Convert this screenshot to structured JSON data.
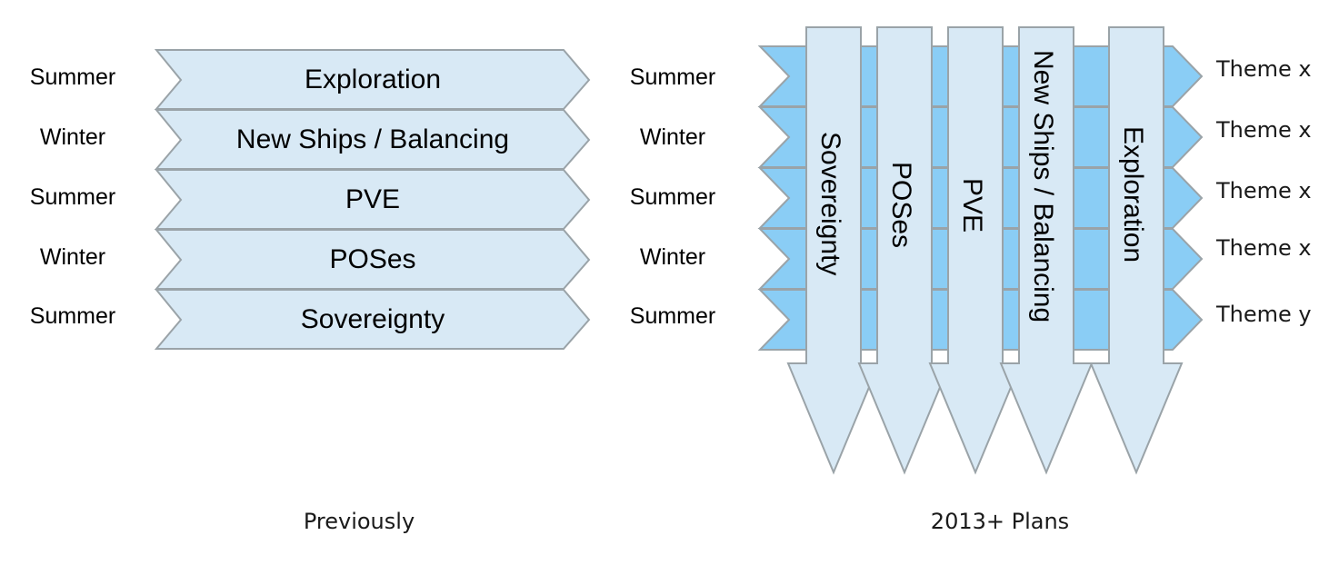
{
  "diagram": {
    "title_left": "Previously",
    "title_right": "2013+ Plans",
    "colors": {
      "band_fill": "#8ACDF5",
      "bar_fill": "#D8E9F5",
      "chevron_fill": "#D8E9F5",
      "stroke": "#9AA3A8",
      "text": "#000000",
      "background": "#FFFFFF"
    }
  },
  "left_panel": {
    "caption": "Previously",
    "season_labels": [
      "Summer",
      "Winter",
      "Summer",
      "Winter",
      "Summer"
    ],
    "chevrons": [
      {
        "label": "Exploration"
      },
      {
        "label": "New Ships / Balancing"
      },
      {
        "label": "PVE"
      },
      {
        "label": "POSes"
      },
      {
        "label": "Sovereignty"
      }
    ]
  },
  "right_panel": {
    "caption": "2013+ Plans",
    "season_labels": [
      "Summer",
      "Winter",
      "Summer",
      "Winter",
      "Summer"
    ],
    "theme_labels": [
      "Theme x",
      "Theme x",
      "Theme x",
      "Theme x",
      "Theme y"
    ],
    "columns": [
      {
        "label": "Sovereignty"
      },
      {
        "label": "POSes"
      },
      {
        "label": "PVE"
      },
      {
        "label": "New Ships / Balancing"
      },
      {
        "label": "Exploration"
      }
    ]
  }
}
